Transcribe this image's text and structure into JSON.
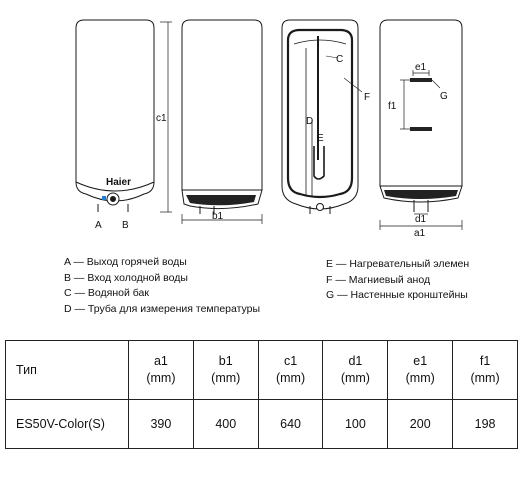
{
  "figure": {
    "labels": {
      "A": "A",
      "B": "B",
      "C": "C",
      "D": "D",
      "E": "E",
      "F": "F",
      "G": "G",
      "a1": "a1",
      "b1": "b1",
      "c1": "c1",
      "d1": "d1",
      "e1": "e1",
      "f1": "f1"
    },
    "brand": "Haier"
  },
  "legend": {
    "left": [
      "A — Выход горячей воды",
      "B — Вход холодной воды",
      "C — Водяной бак",
      "D — Труба для измерения температуры"
    ],
    "right": [
      "E — Нагревательный элемен",
      "F — Магниевый анод",
      "G — Настенные кронштейны"
    ]
  },
  "table": {
    "header": [
      "Тип",
      "a1",
      "b1",
      "c1",
      "d1",
      "e1",
      "f1"
    ],
    "unit": "(mm)",
    "row": [
      "ES50V-Color(S)",
      "390",
      "400",
      "640",
      "100",
      "200",
      "198"
    ]
  },
  "colors": {
    "line": "#1a1a1a",
    "body": "#ffffff",
    "dark": "#222222",
    "knob_blue": "#1e7fd6"
  }
}
